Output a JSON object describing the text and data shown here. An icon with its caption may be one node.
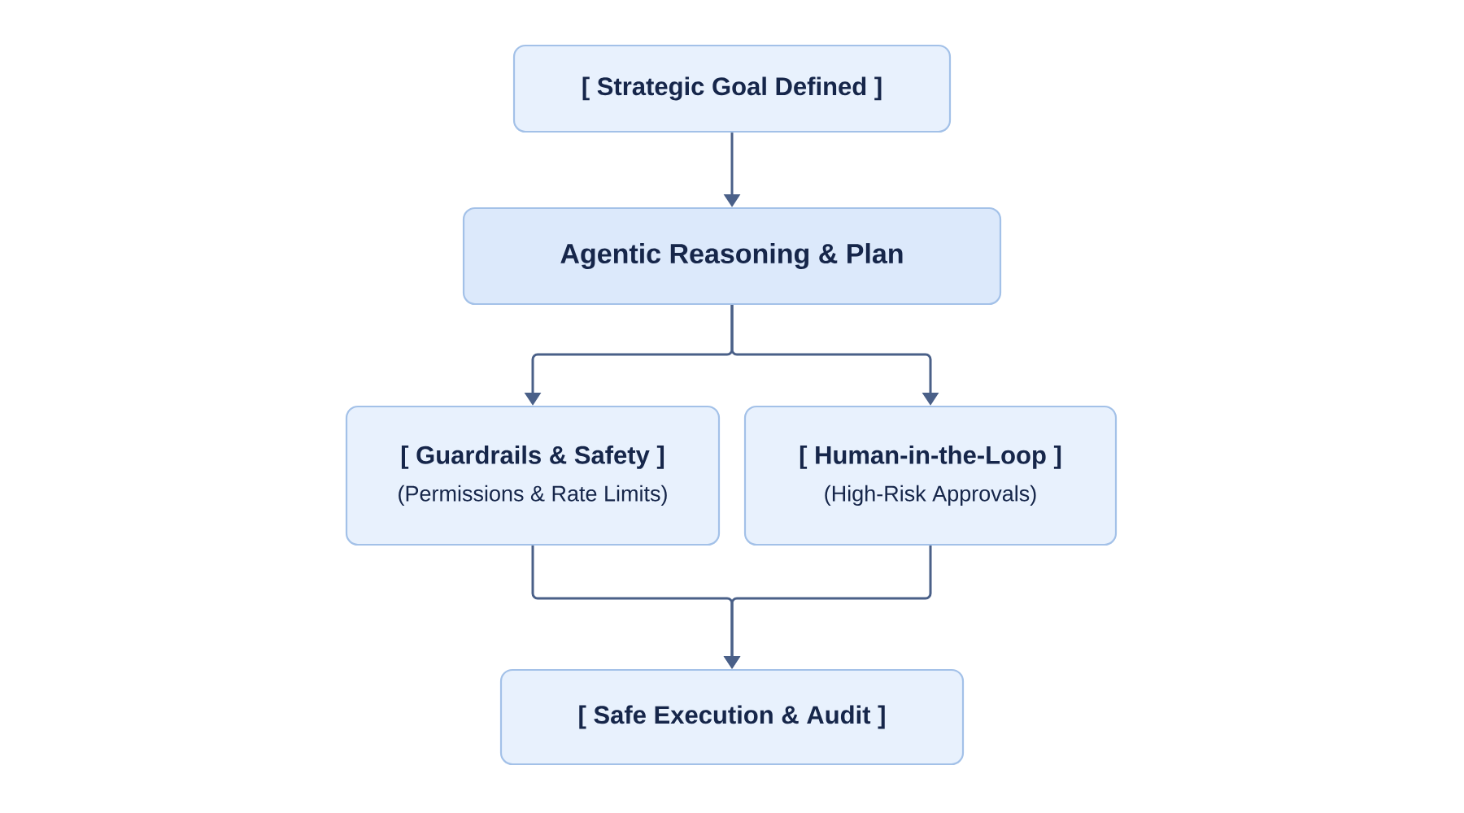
{
  "diagram": {
    "nodes": [
      {
        "text": [
          "[ Strategic Goal Defined ]"
        ]
      },
      {
        "text": [
          "Agentic Reasoning & Plan"
        ]
      },
      {
        "text": [
          "[ Guardrails & Safety ]",
          "(Permissions & Rate Limits)"
        ]
      },
      {
        "text": [
          "[ Human-in-the-Loop ]",
          "(High-Risk Approvals)"
        ]
      },
      {
        "text": [
          "[ Safe Execution & Audit ]"
        ]
      }
    ],
    "edges": [
      {
        "from": 0,
        "to": 1,
        "arrow": "to"
      },
      {
        "from": 1,
        "to": 2,
        "arrow": "to"
      },
      {
        "from": 1,
        "to": 3,
        "arrow": "to"
      },
      {
        "from": 2,
        "to": 4,
        "arrow": "to"
      },
      {
        "from": 3,
        "to": 4,
        "arrow": "to"
      }
    ]
  }
}
